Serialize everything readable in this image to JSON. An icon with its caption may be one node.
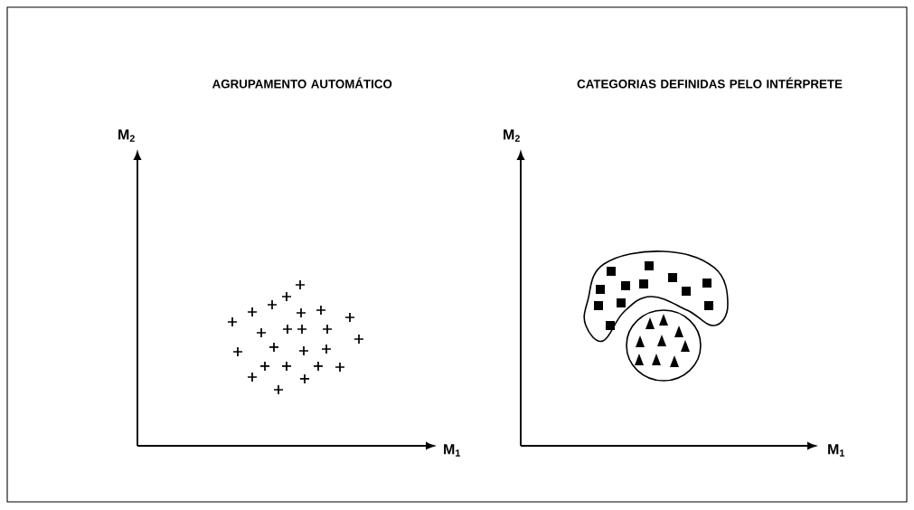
{
  "diagram": {
    "labels": [
      "AGRUPAMENTO AUTOMÁTICO",
      "CATEGORIAS DEFINIDAS PELO INTÉRPRETE",
      "M$_{2}$",
      "M$_{1}$",
      "M$_{2}$",
      "M$_{1}$"
    ]
  }
}
